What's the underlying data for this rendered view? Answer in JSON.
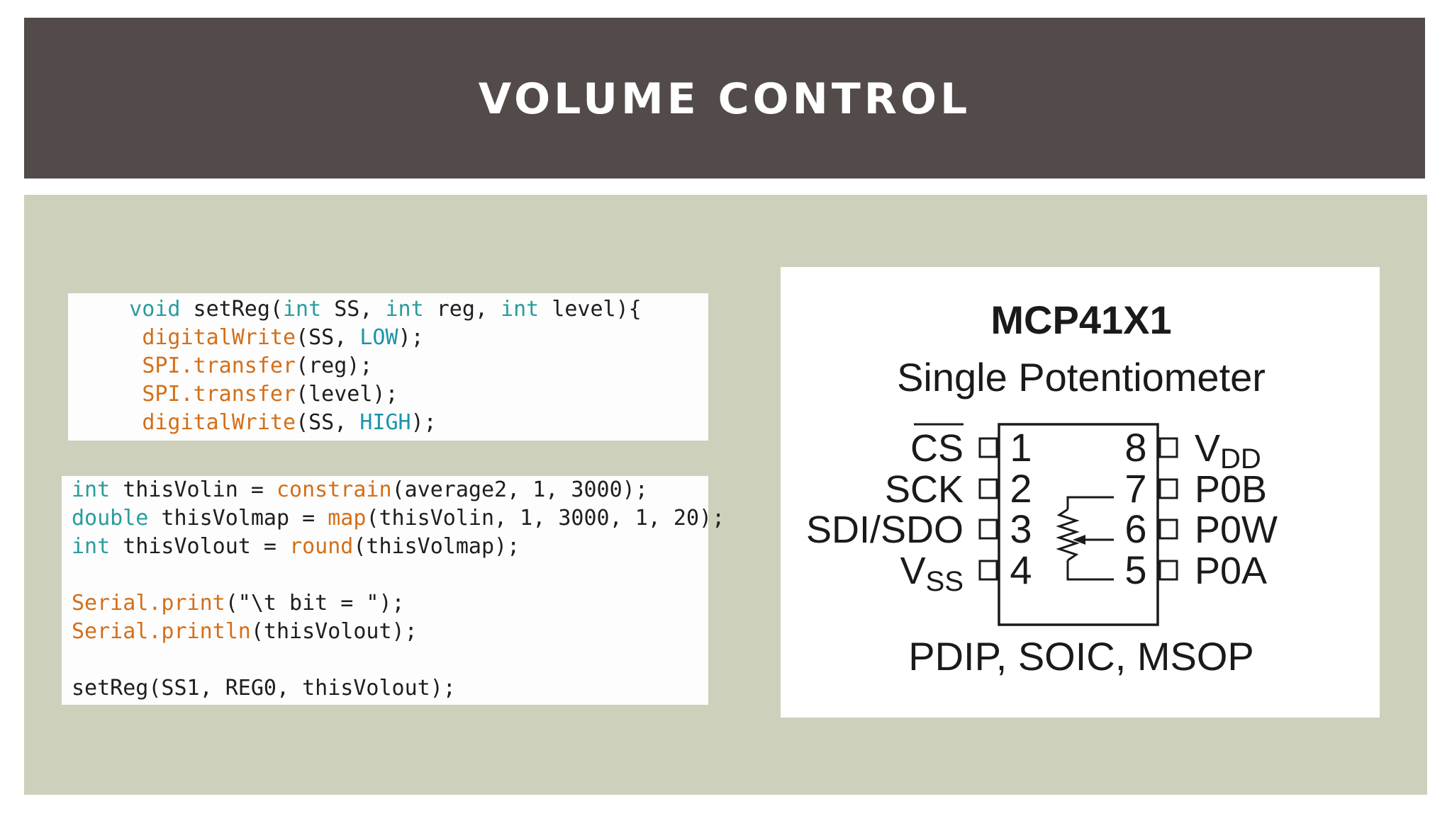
{
  "title": "VOLUME CONTROL",
  "code_block_1": [
    [
      [
        "tx",
        "    "
      ],
      [
        "kw",
        "void"
      ],
      [
        "tx",
        " setReg("
      ],
      [
        "kw",
        "int"
      ],
      [
        "tx",
        " SS, "
      ],
      [
        "kw",
        "int"
      ],
      [
        "tx",
        " reg, "
      ],
      [
        "kw",
        "int"
      ],
      [
        "tx",
        " level){"
      ]
    ],
    [
      [
        "tx",
        "     "
      ],
      [
        "fn",
        "digitalWrite"
      ],
      [
        "tx",
        "(SS, "
      ],
      [
        "cn",
        "LOW"
      ],
      [
        "tx",
        ");"
      ]
    ],
    [
      [
        "tx",
        "     "
      ],
      [
        "fn",
        "SPI.transfer"
      ],
      [
        "tx",
        "(reg);"
      ]
    ],
    [
      [
        "tx",
        "     "
      ],
      [
        "fn",
        "SPI.transfer"
      ],
      [
        "tx",
        "(level);"
      ]
    ],
    [
      [
        "tx",
        "     "
      ],
      [
        "fn",
        "digitalWrite"
      ],
      [
        "tx",
        "(SS, "
      ],
      [
        "cn",
        "HIGH"
      ],
      [
        "tx",
        ");"
      ]
    ]
  ],
  "code_block_2": [
    [
      [
        "kw",
        "int"
      ],
      [
        "tx",
        " thisVolin = "
      ],
      [
        "fn",
        "constrain"
      ],
      [
        "tx",
        "(average2, 1, 3000);"
      ]
    ],
    [
      [
        "kw",
        "double"
      ],
      [
        "tx",
        " thisVolmap = "
      ],
      [
        "fn",
        "map"
      ],
      [
        "tx",
        "(thisVolin, 1, 3000, 1, 20);"
      ]
    ],
    [
      [
        "kw",
        "int"
      ],
      [
        "tx",
        " thisVolout = "
      ],
      [
        "fn",
        "round"
      ],
      [
        "tx",
        "(thisVolmap);"
      ]
    ],
    [
      [
        "tx",
        ""
      ]
    ],
    [
      [
        "fn",
        "Serial.print"
      ],
      [
        "tx",
        "(\"\\t bit = \");"
      ]
    ],
    [
      [
        "fn",
        "Serial.println"
      ],
      [
        "tx",
        "(thisVolout);"
      ]
    ],
    [
      [
        "tx",
        ""
      ]
    ],
    [
      [
        "tx",
        "setReg(SS1, REG0, thisVolout);"
      ]
    ]
  ],
  "diagram": {
    "part": "MCP41X1",
    "subtitle": "Single Potentiometer",
    "left_pins": [
      {
        "num": "1",
        "name": "CS",
        "sub": "",
        "overline": true
      },
      {
        "num": "2",
        "name": "SCK",
        "sub": "",
        "overline": false
      },
      {
        "num": "3",
        "name": "SDI/SDO",
        "sub": "",
        "overline": false
      },
      {
        "num": "4",
        "name": "V",
        "sub": "SS",
        "overline": false
      }
    ],
    "right_pins": [
      {
        "num": "8",
        "name": "V",
        "sub": "DD"
      },
      {
        "num": "7",
        "name": "P0B",
        "sub": ""
      },
      {
        "num": "6",
        "name": "P0W",
        "sub": ""
      },
      {
        "num": "5",
        "name": "P0A",
        "sub": ""
      }
    ],
    "packages": "PDIP, SOIC, MSOP"
  },
  "colors": {
    "title_bar": "#534a4a",
    "content_bg": "#cdd0ba",
    "keyword": "#2a9c9c",
    "function": "#d46f18",
    "constant": "#1a94a8"
  }
}
